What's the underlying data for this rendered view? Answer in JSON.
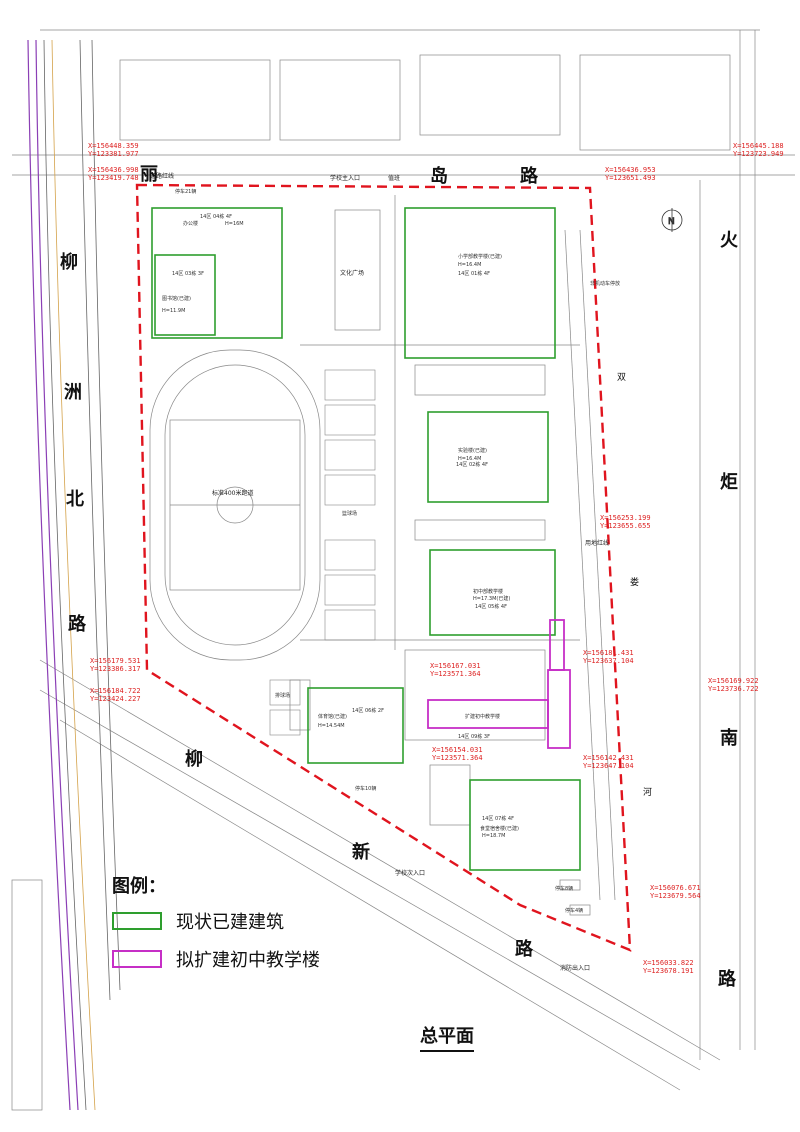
{
  "roads": {
    "li_dao": [
      "丽",
      "岛",
      "路"
    ],
    "liu_zhou_bei": [
      "柳",
      "洲",
      "北",
      "路"
    ],
    "huo_ju_nan": [
      "火",
      "炬",
      "南",
      "路"
    ],
    "liu_xin": [
      "柳",
      "新",
      "路"
    ],
    "shuang_lou_he": [
      "双",
      "娄",
      "河"
    ]
  },
  "labels": {
    "main_gate": "学校主入口",
    "guard": "值班",
    "secondary_gate": "学校次入口",
    "fire_exit": "消防出入口",
    "road_red_line": "道路红线",
    "land_red_line": "用地红线",
    "culture_square": "文化广场",
    "track": "标准400米跑道",
    "office": "办公楼",
    "office_info": "14区 04栋 4F",
    "office_h": "H=16M",
    "library": "图书馆(已建)",
    "library_info": "14区 03栋 3F",
    "library_h": "H=11.9M",
    "primary": "小学部教学楼(已建)",
    "primary_info": "14区 01栋 4F",
    "primary_h": "H=16.4M",
    "lab": "实验楼(已建)",
    "lab_info": "14区 02栋 4F",
    "lab_h": "H=16.4M",
    "middle": "初中部教学楼",
    "middle_info": "14区 05栋 4F",
    "middle_h": "H=17.3M(已建)",
    "gym": "体育馆(已建)",
    "gym_info": "14区 06栋 2F",
    "gym_h": "H=14.54M",
    "ext": "扩建初中教学楼",
    "ext_info": "14区 09栋 3F",
    "canteen": "食堂宿舍楼(已建)",
    "canteen_info": "14区 07栋 4F",
    "canteen_h": "H=18.7M",
    "parking_cars": "停车21辆",
    "parking_bike": "非机动车停放",
    "parking_10": "停车10辆",
    "parking_8": "停车8辆",
    "parking_4": "停车4辆",
    "volleyball": "排球场",
    "basketball": "篮球场"
  },
  "coords": [
    {
      "x": "X=156448.359",
      "y": "Y=123381.977"
    },
    {
      "x": "X=156436.998",
      "y": "Y=123419.748"
    },
    {
      "x": "X=156436.953",
      "y": "Y=123651.493"
    },
    {
      "x": "X=156445.188",
      "y": "Y=123723.949"
    },
    {
      "x": "X=156253.199",
      "y": "Y=123655.655"
    },
    {
      "x": "X=156181.431",
      "y": "Y=123637.104"
    },
    {
      "x": "X=156167.031",
      "y": "Y=123571.364"
    },
    {
      "x": "X=156179.531",
      "y": "Y=123386.317"
    },
    {
      "x": "X=156184.722",
      "y": "Y=123424.227"
    },
    {
      "x": "X=156154.031",
      "y": "Y=123571.364"
    },
    {
      "x": "X=156142.431",
      "y": "Y=123647.104"
    },
    {
      "x": "X=156169.922",
      "y": "Y=123736.722"
    },
    {
      "x": "X=156076.671",
      "y": "Y=123679.564"
    },
    {
      "x": "X=156033.822",
      "y": "Y=123678.191"
    }
  ],
  "legend": {
    "title": "图例：",
    "items": [
      {
        "label": "现状已建建筑",
        "color": "#2e9e2e"
      },
      {
        "label": "拟扩建初中教学楼",
        "color": "#c62fc6"
      }
    ]
  },
  "title": "总平面",
  "colors": {
    "existing": "#2e9e2e",
    "extension": "#c62fc6",
    "boundary": "#e0141e",
    "coord_text": "#d22222",
    "road_line": "#666666",
    "purple_line": "#8b3fb5"
  }
}
